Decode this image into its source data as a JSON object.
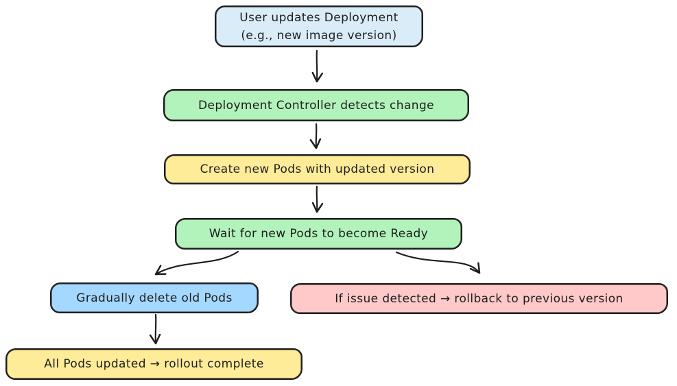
{
  "page": {
    "background": "#ffffff",
    "stroke_color": "#1e1e1e",
    "text_color": "#1e1e1e"
  },
  "flowchart": {
    "nodes": [
      {
        "id": "user-updates-deployment",
        "label": "User updates Deployment\n(e.g., new image version)",
        "fill": "#d9ecf8"
      },
      {
        "id": "controller-detects-change",
        "label": "Deployment Controller detects change",
        "fill": "#b2f2bb"
      },
      {
        "id": "create-new-pods",
        "label": "Create new Pods with updated version",
        "fill": "#ffec99"
      },
      {
        "id": "wait-pods-ready",
        "label": "Wait for new Pods to become Ready",
        "fill": "#b2f2bb"
      },
      {
        "id": "gradually-delete-old-pods",
        "label": "Gradually delete old Pods",
        "fill": "#a5d8ff"
      },
      {
        "id": "rollback-on-issue",
        "label": "If issue detected → rollback to previous version",
        "fill": "#ffc9c9"
      },
      {
        "id": "rollout-complete",
        "label": "All Pods updated → rollout complete",
        "fill": "#ffec99"
      }
    ],
    "edges": [
      {
        "from": "user-updates-deployment",
        "to": "controller-detects-change"
      },
      {
        "from": "controller-detects-change",
        "to": "create-new-pods"
      },
      {
        "from": "create-new-pods",
        "to": "wait-pods-ready"
      },
      {
        "from": "wait-pods-ready",
        "to": "gradually-delete-old-pods"
      },
      {
        "from": "wait-pods-ready",
        "to": "rollback-on-issue"
      },
      {
        "from": "gradually-delete-old-pods",
        "to": "rollout-complete"
      }
    ]
  }
}
